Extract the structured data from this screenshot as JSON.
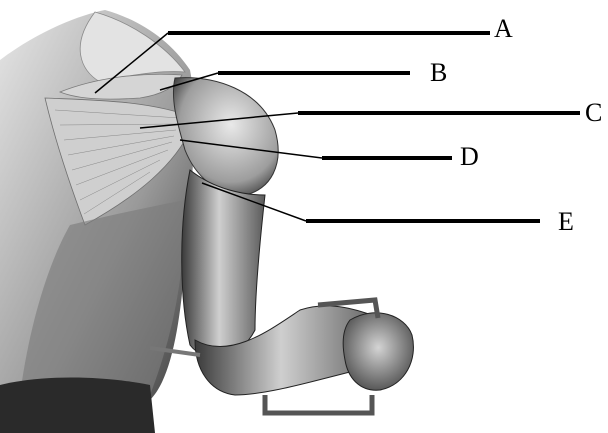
{
  "diagram": {
    "labels": [
      "A",
      "B",
      "C",
      "D",
      "E"
    ]
  },
  "colors": {
    "background": "#ffffff",
    "ink": "#000000",
    "skin_light": "#d9d9d9",
    "skin_mid": "#a9a9a9",
    "skin_dark": "#4a4a4a"
  }
}
